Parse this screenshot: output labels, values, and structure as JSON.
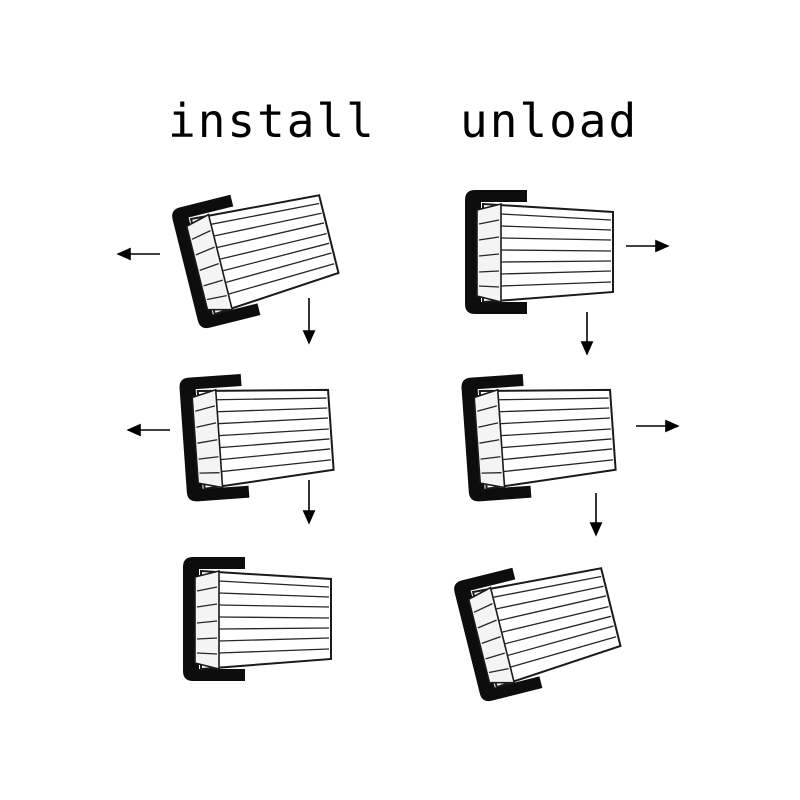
{
  "titles": {
    "install": "install",
    "unload": "unload"
  },
  "columns": [
    {
      "id": "install",
      "steps": 3,
      "arrows": [
        "left",
        "down",
        "left",
        "down"
      ]
    },
    {
      "id": "unload",
      "steps": 3,
      "arrows": [
        "right",
        "down",
        "right",
        "down"
      ]
    }
  ],
  "colors": {
    "ink": "#000000",
    "holder": "#0d0d0d",
    "background": "#ffffff"
  },
  "icons": [
    "collet-icon",
    "arrow-left-icon",
    "arrow-right-icon",
    "arrow-down-icon"
  ]
}
